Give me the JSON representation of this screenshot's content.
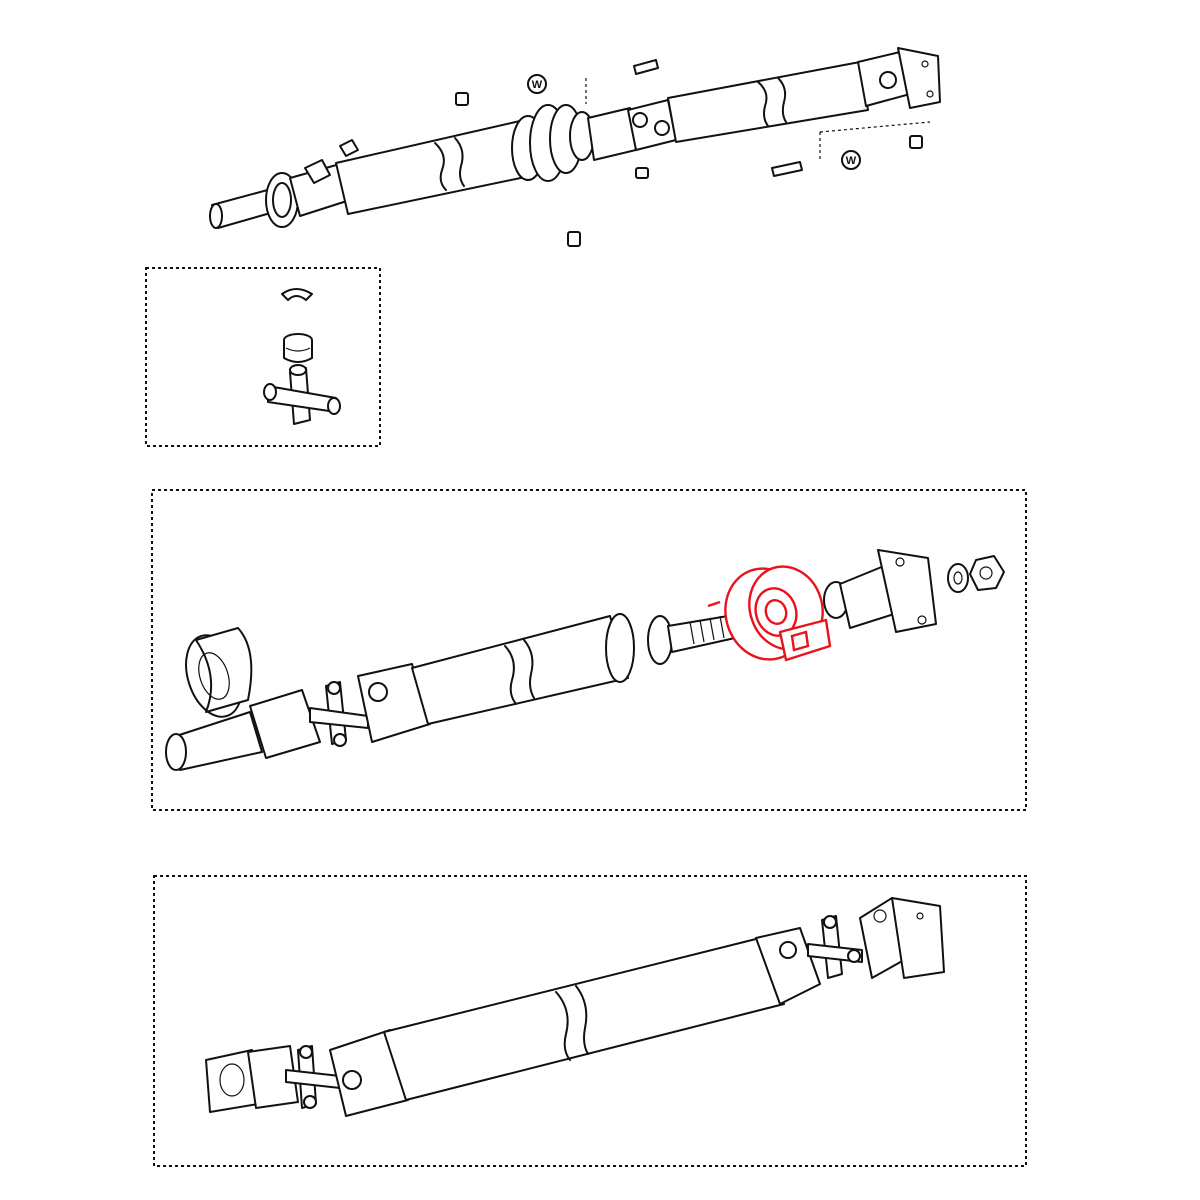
{
  "diagram": {
    "badges": {
      "w_top": "W",
      "w_right": "W"
    },
    "colors": {
      "line": "#111111",
      "background": "#ffffff",
      "highlight": "#e8131b"
    },
    "icons": [
      "propeller-shaft",
      "universal-joint-spider",
      "center-support-bearing",
      "flange-yoke",
      "dust-boot",
      "bolt",
      "nut",
      "washer"
    ],
    "highlighted_part": "center-support-bearing"
  }
}
